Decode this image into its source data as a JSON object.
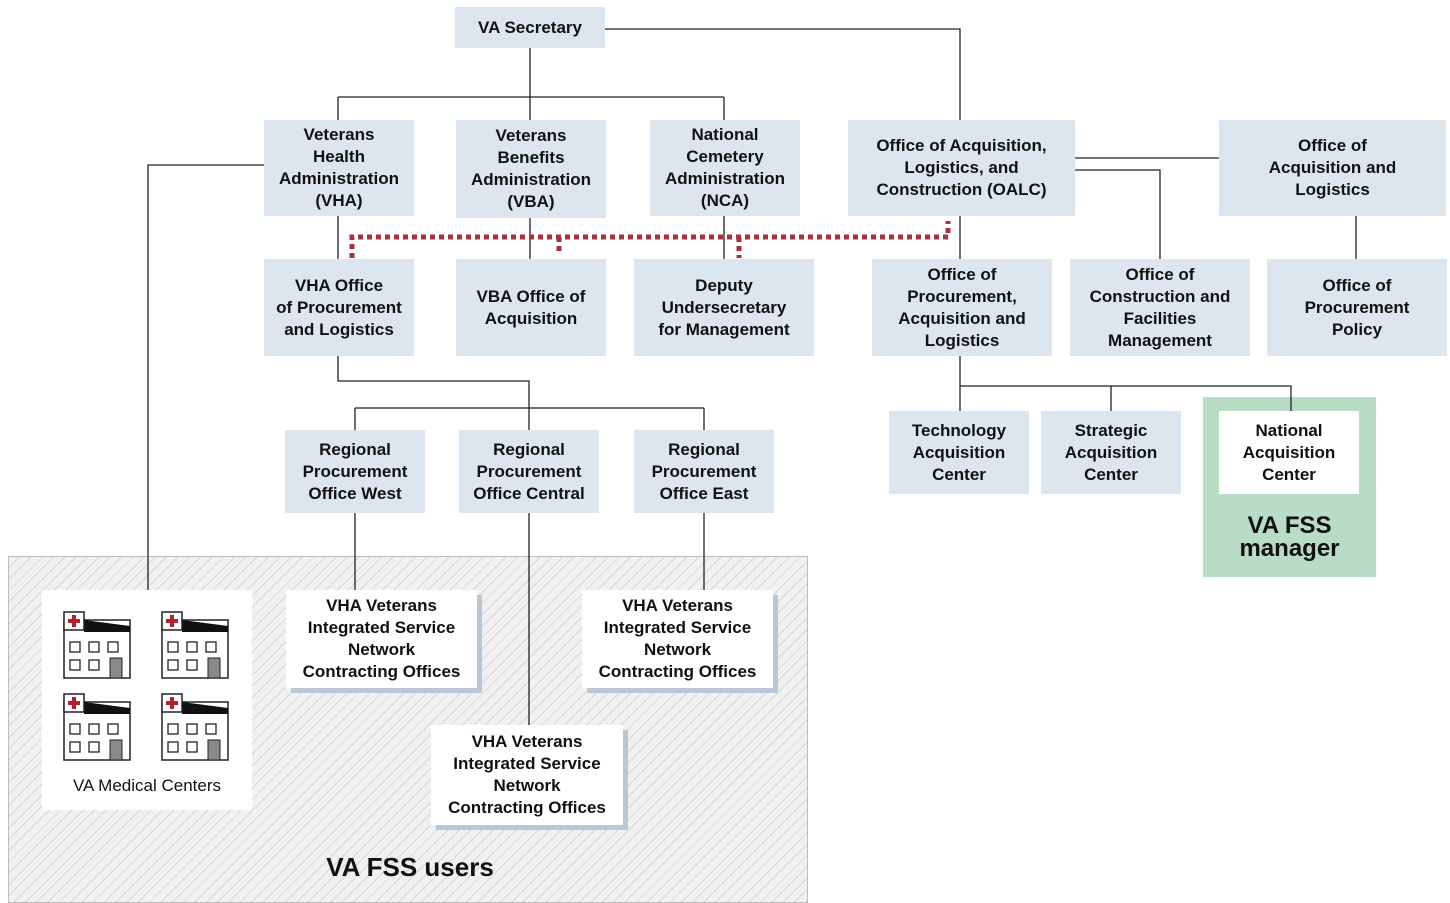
{
  "boxes": {
    "secretary": "VA  Secretary",
    "vha": "Veterans\nHealth\nAdministration\n(VHA)",
    "vba": "Veterans\nBenefits\nAdministration\n(VBA)",
    "nca": "National\nCemetery\nAdministration\n(NCA)",
    "oalc": "Office of Acquisition,\nLogistics, and\nConstruction (OALC)",
    "oal": "Office of\nAcquisition and\nLogistics",
    "vha_opl": "VHA Office\nof Procurement\nand Logistics",
    "vba_oa": "VBA Office of\nAcquisition",
    "dusm": "Deputy\nUndersecretary\nfor Management",
    "opal": "Office of\nProcurement,\nAcquisition and\nLogistics",
    "ocfm": "Office of\nConstruction and\nFacilities\nManagement",
    "opp": "Office of\nProcurement\nPolicy",
    "rpo_west": "Regional\nProcurement\nOffice West",
    "rpo_central": "Regional\nProcurement\nOffice Central",
    "rpo_east": "Regional\nProcurement\nOffice East",
    "tac": "Technology\nAcquisition\nCenter",
    "sac": "Strategic\nAcquisition\nCenter",
    "nac": "National\nAcquisition\nCenter",
    "visn_1": "VHA Veterans\nIntegrated Service\nNetwork\nContracting Offices",
    "visn_2": "VHA Veterans\nIntegrated Service\nNetwork\nContracting Offices",
    "visn_3": "VHA Veterans\nIntegrated Service\nNetwork\nContracting Offices"
  },
  "medical_centers_label": "VA Medical Centers",
  "fss_manager_label": "VA FSS\nmanager",
  "fss_users_label": "VA FSS users",
  "colors": {
    "box_fill": "#dde6ef",
    "manager_highlight": "#b8dcc6",
    "dotted_link": "#a8323c",
    "hospital_cross": "#b3202e"
  },
  "icons": [
    "hospital-icon",
    "hospital-icon",
    "hospital-icon",
    "hospital-icon"
  ]
}
